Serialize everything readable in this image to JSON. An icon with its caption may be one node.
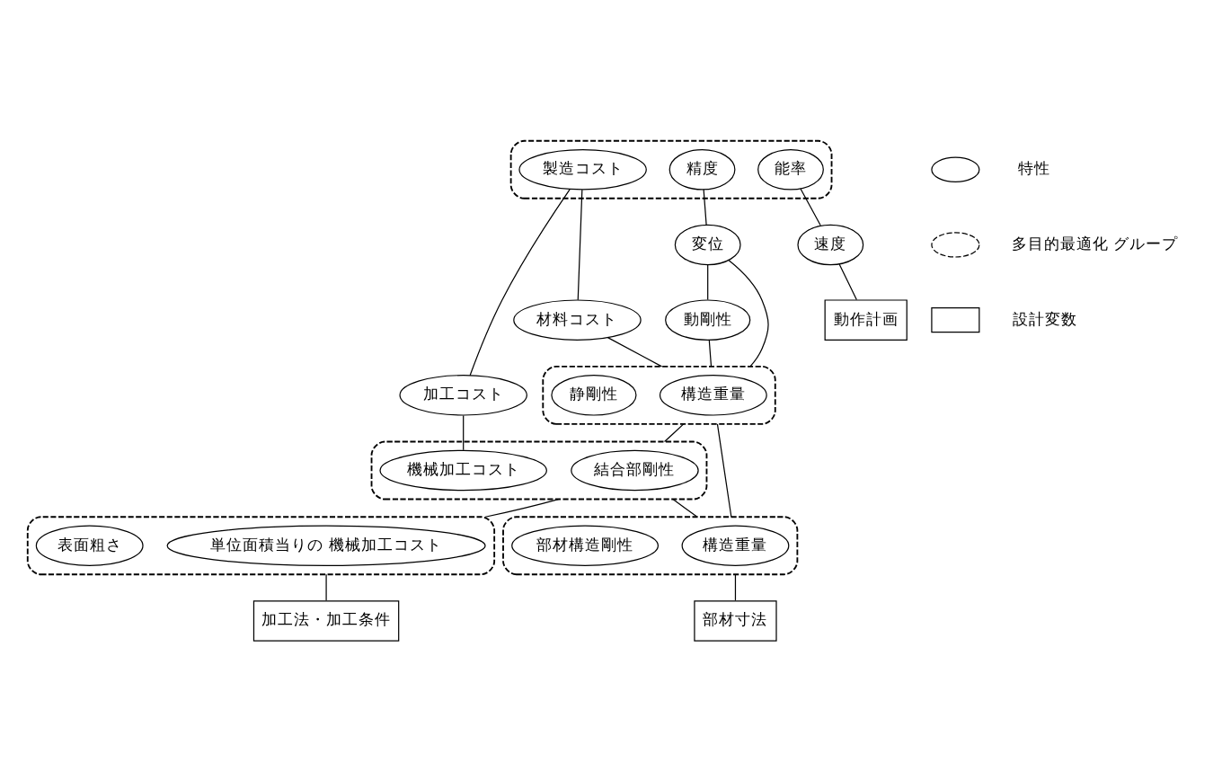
{
  "diagram": {
    "nodes": [
      {
        "text": [],
        "shape": "ellipse"
      },
      {
        "text": [
          "製造コスト"
        ],
        "in": 0
      },
      {
        "text": [
          "精度"
        ],
        "in": 0
      },
      {
        "text": [
          "能率"
        ],
        "in": 0
      },
      {
        "text": [
          "材料コスト"
        ]
      },
      {
        "text": [
          "加工コスト"
        ]
      },
      {
        "text": [
          "変位"
        ]
      },
      {
        "text": [
          "速度"
        ]
      },
      {
        "text": [
          "動剛性"
        ]
      },
      {
        "text": [
          "動作計画"
        ]
      },
      {
        "text": [],
        "shape": "ellipse"
      },
      {
        "text": [
          "構造重量"
        ],
        "in": 10
      },
      {
        "text": [
          "静剛性"
        ],
        "in": 10
      },
      {
        "text": [],
        "shape": "ellipse"
      },
      {
        "text": [
          "結合部剛性"
        ],
        "in": 13
      },
      {
        "text": [
          "機械加工コスト"
        ],
        "in": 13
      },
      {
        "text": [],
        "shape": "ellipse"
      },
      {
        "text": [
          "構造重量"
        ],
        "in": 16
      },
      {
        "text": [
          "部材構造剛性"
        ],
        "in": 16
      },
      {
        "text": [],
        "shape": "ellipse"
      },
      {
        "text": [
          "単位面積当りの 機械加工コスト"
        ],
        "in": 19
      },
      {
        "text": [
          "表面粗さ"
        ],
        "in": 19
      },
      {
        "text": [
          "部材寸法"
        ]
      },
      {
        "text": [
          "加工法・加工条件"
        ]
      }
    ],
    "edges": [
      {
        "from": 1,
        "to": 4,
        "arrow": "none"
      },
      {
        "from": 1,
        "to": 5,
        "arrow": "none"
      },
      {
        "from": 2,
        "to": 6,
        "arrow": "none"
      },
      {
        "from": 3,
        "to": 7,
        "arrow": "none"
      },
      {
        "from": 6,
        "to": 8,
        "arrow": "none"
      },
      {
        "from": 7,
        "to": 9,
        "arrow": "none"
      },
      {
        "from": 4,
        "to": 10,
        "arrow": "none"
      },
      {
        "from": 5,
        "to": 15,
        "arrow": "none"
      },
      {
        "from": 8,
        "to": 10,
        "arrow": "none"
      },
      {
        "from": 6,
        "to": 10,
        "arrow": "none"
      },
      {
        "from": 10,
        "to": 13,
        "arrow": "none"
      },
      {
        "from": 10,
        "to": 16,
        "arrow": "none"
      },
      {
        "from": 13,
        "to": 16,
        "arrow": "none"
      },
      {
        "from": 13,
        "to": 19,
        "arrow": "none"
      },
      {
        "from": 16,
        "to": 22,
        "arrow": "none"
      },
      {
        "from": 19,
        "to": 23,
        "arrow": "none"
      }
    ],
    "legend": [
      {
        "text": "特性"
      },
      {
        "text": "多目的最適化 グループ"
      },
      {
        "text": "設計変数"
      }
    ]
  }
}
